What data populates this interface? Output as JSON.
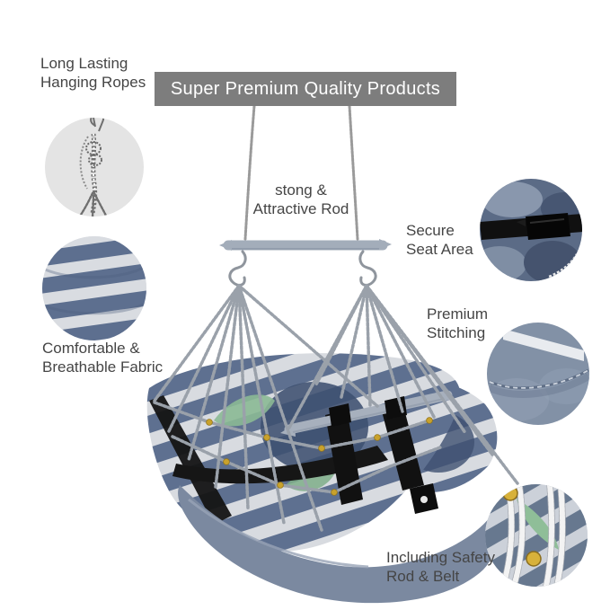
{
  "banner": {
    "label": "Super Premium Quality Products"
  },
  "callouts": {
    "ropes": {
      "line1": "Long Lasting",
      "line2": "Hanging Ropes"
    },
    "rod": {
      "line1": "stong &",
      "line2": "Attractive Rod"
    },
    "seat": {
      "line1": "Secure",
      "line2": "Seat Area"
    },
    "stitching": {
      "line1": "Premium",
      "line2": "Stitching"
    },
    "fabric": {
      "line1": "Comfortable &",
      "line2": "Breathable Fabric"
    },
    "safety": {
      "line1": "Including Safety",
      "line2": "Rod & Belt"
    }
  },
  "insets": {
    "ropes": "hanging-rope-closeup",
    "fabric": "striped-fabric-closeup",
    "buckle": "safety-belt-buckle-closeup",
    "stitching": "premium-stitching-closeup",
    "beads": "rope-and-beads-closeup"
  },
  "colors": {
    "banner_bg": "#7d7d7d",
    "banner_text": "#ffffff",
    "label_text": "#454545",
    "chain": "#9aa1aa",
    "wood_rod": "#a3adba",
    "cushion": "#7b89a0",
    "stripe_dark": "#5e7090",
    "stripe_light": "#d8dbe0",
    "belt_black": "#141414",
    "bead_gold": "#c9a22c",
    "leaf_green": "#8bb995",
    "inset_circle_bg": "#e4e4e4"
  }
}
